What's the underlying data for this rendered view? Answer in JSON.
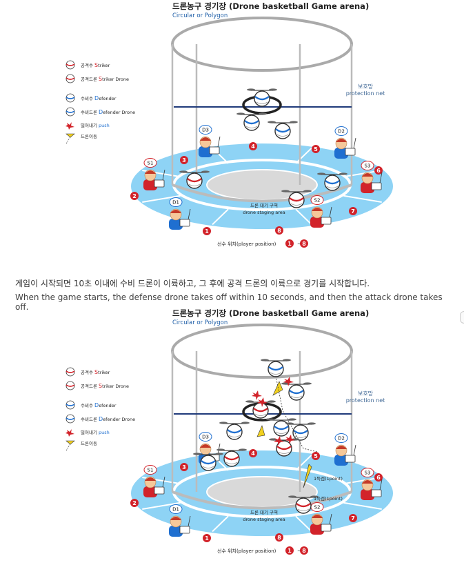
{
  "diagrams": [
    {
      "title": "드론농구 경기장 (Drone basketball Game arena)",
      "subtitle": "Circular or Polygon",
      "net_label_ko": "보호망",
      "net_label_en": "protection net",
      "legend": [
        {
          "ko": "공격수",
          "letter": "S",
          "en": "triker"
        },
        {
          "ko": "공격드론",
          "letter": "S",
          "en": "triker Drone"
        },
        {
          "ko": "수비수",
          "letter": "D",
          "en": "efender"
        },
        {
          "ko": "수비드론",
          "letter": "D",
          "en": "efender Drone"
        },
        {
          "ko": "밀어내기",
          "letter": "",
          "en": "push"
        },
        {
          "ko": "드론이동",
          "letter": "",
          "en": ""
        }
      ],
      "staging_ko": "드론 대기 구역",
      "staging_en": "drone staging area",
      "position_caption": "선수 위치(player position)",
      "position_range": [
        "1",
        "8"
      ],
      "zone_numbers": [
        "1",
        "2",
        "3",
        "4",
        "5",
        "6",
        "7",
        "8"
      ],
      "players": [
        "S1",
        "D1",
        "D3",
        "D2",
        "S3",
        "S2"
      ],
      "score_labels": []
    },
    {
      "title": "드론농구 경기장 (Drone basketball Game arena)",
      "subtitle": "Circular or Polygon",
      "net_label_ko": "보호망",
      "net_label_en": "protection net",
      "legend": [
        {
          "ko": "공격수",
          "letter": "S",
          "en": "triker"
        },
        {
          "ko": "공격드론",
          "letter": "S",
          "en": "triker Drone"
        },
        {
          "ko": "수비수",
          "letter": "D",
          "en": "efender"
        },
        {
          "ko": "수비드론",
          "letter": "D",
          "en": "efender Drone"
        },
        {
          "ko": "밀어내기",
          "letter": "",
          "en": "push"
        },
        {
          "ko": "드론이동",
          "letter": "",
          "en": ""
        }
      ],
      "staging_ko": "드론 대기 구역",
      "staging_en": "drone staging area",
      "position_caption": "선수 위치(player position)",
      "position_range": [
        "1",
        "8"
      ],
      "zone_numbers": [
        "1",
        "2",
        "3",
        "4",
        "5",
        "6",
        "7",
        "8"
      ],
      "players": [
        "S1",
        "D1",
        "D3",
        "D2",
        "S3",
        "S2"
      ],
      "score_labels": [
        "1득점(1point)",
        "1득점(1point)"
      ]
    }
  ],
  "caption_ko": "게임이 시작되면 10초 이내에 수비 드론이 이륙하고, 그 후에 공격 드론의 이륙으로 경기를 시작합니다.",
  "caption_en": "When the game starts, the defense drone takes off within 10 seconds, and then the attack drone takes off.",
  "colors": {
    "title": "#222222",
    "subtitle": "#1f5fa8",
    "net": "#1f3a7a",
    "floor": "#8ed3f5",
    "staging": "#d9d9d9",
    "marker": "#d2232a",
    "defender": "#1f6fd0",
    "striker": "#d2232a"
  }
}
